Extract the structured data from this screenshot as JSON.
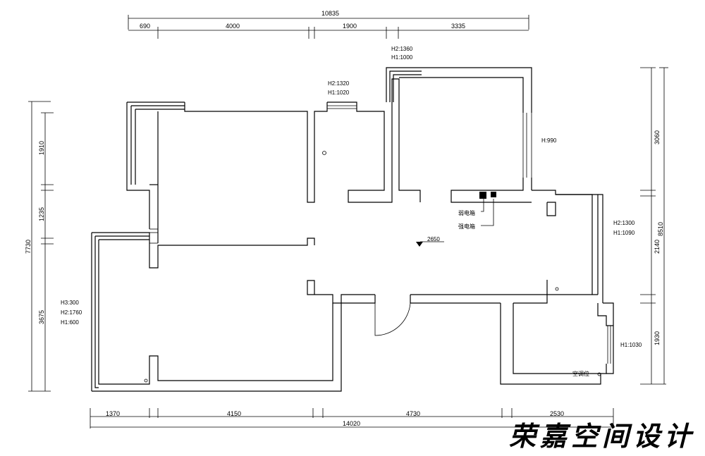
{
  "dimensions": {
    "top_total": "10835",
    "top_segments": [
      "690",
      "4000",
      "1900",
      "3335"
    ],
    "bottom_total": "14020",
    "bottom_segments": [
      "1370",
      "4150",
      "4730",
      "2530"
    ],
    "left_total": "7730",
    "left_segments": [
      "1910",
      "1235",
      "3675"
    ],
    "right_total": "8510",
    "right_segments": [
      "3060",
      "2140",
      "1930"
    ]
  },
  "window_notes": {
    "top_right_room_h2": "H2:1360",
    "top_right_room_h1": "H1:1000",
    "top_mid_h2": "H2:1320",
    "top_mid_h1": "H1:1020",
    "right_upper": "H:990",
    "right_mid_h2": "H2:1300",
    "right_mid_h1": "H1:1090",
    "left_h3": "H3:300",
    "left_h2": "H2:1760",
    "left_h1": "H1:600",
    "right_lower": "H1:1030"
  },
  "labels": {
    "weak_box": "弱电箱",
    "strong_box": "强电箱",
    "level_mark": "2650",
    "ac_position": "空调位"
  },
  "brand": "荣嘉空间设计"
}
